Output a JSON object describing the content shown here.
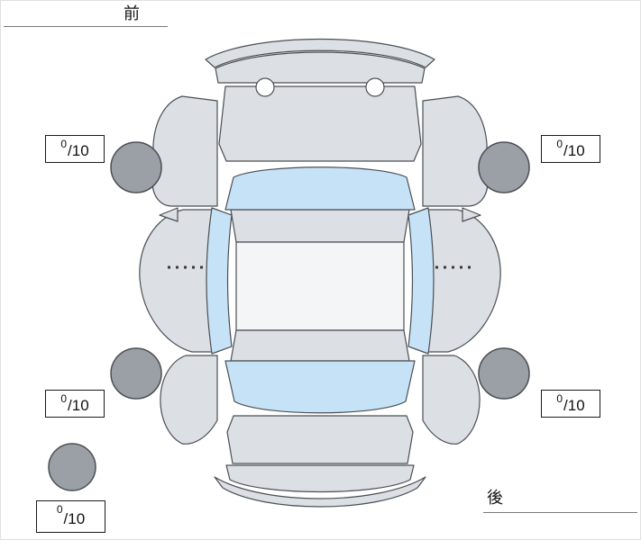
{
  "orientation": {
    "front_label": "前",
    "rear_label": "後"
  },
  "tires": {
    "front_left": {
      "score": "0",
      "denominator": "/10"
    },
    "front_right": {
      "score": "0",
      "denominator": "/10"
    },
    "rear_left": {
      "score": "0",
      "denominator": "/10"
    },
    "rear_right": {
      "score": "0",
      "denominator": "/10"
    },
    "spare": {
      "score": "0",
      "denominator": "/10"
    }
  },
  "colors": {
    "body_panel": "#dcdfe4",
    "glass": "#c6e2f6",
    "roof": "#f3f5f7",
    "tire": "#9aa0a6",
    "hood_detail": "#ffffff"
  }
}
